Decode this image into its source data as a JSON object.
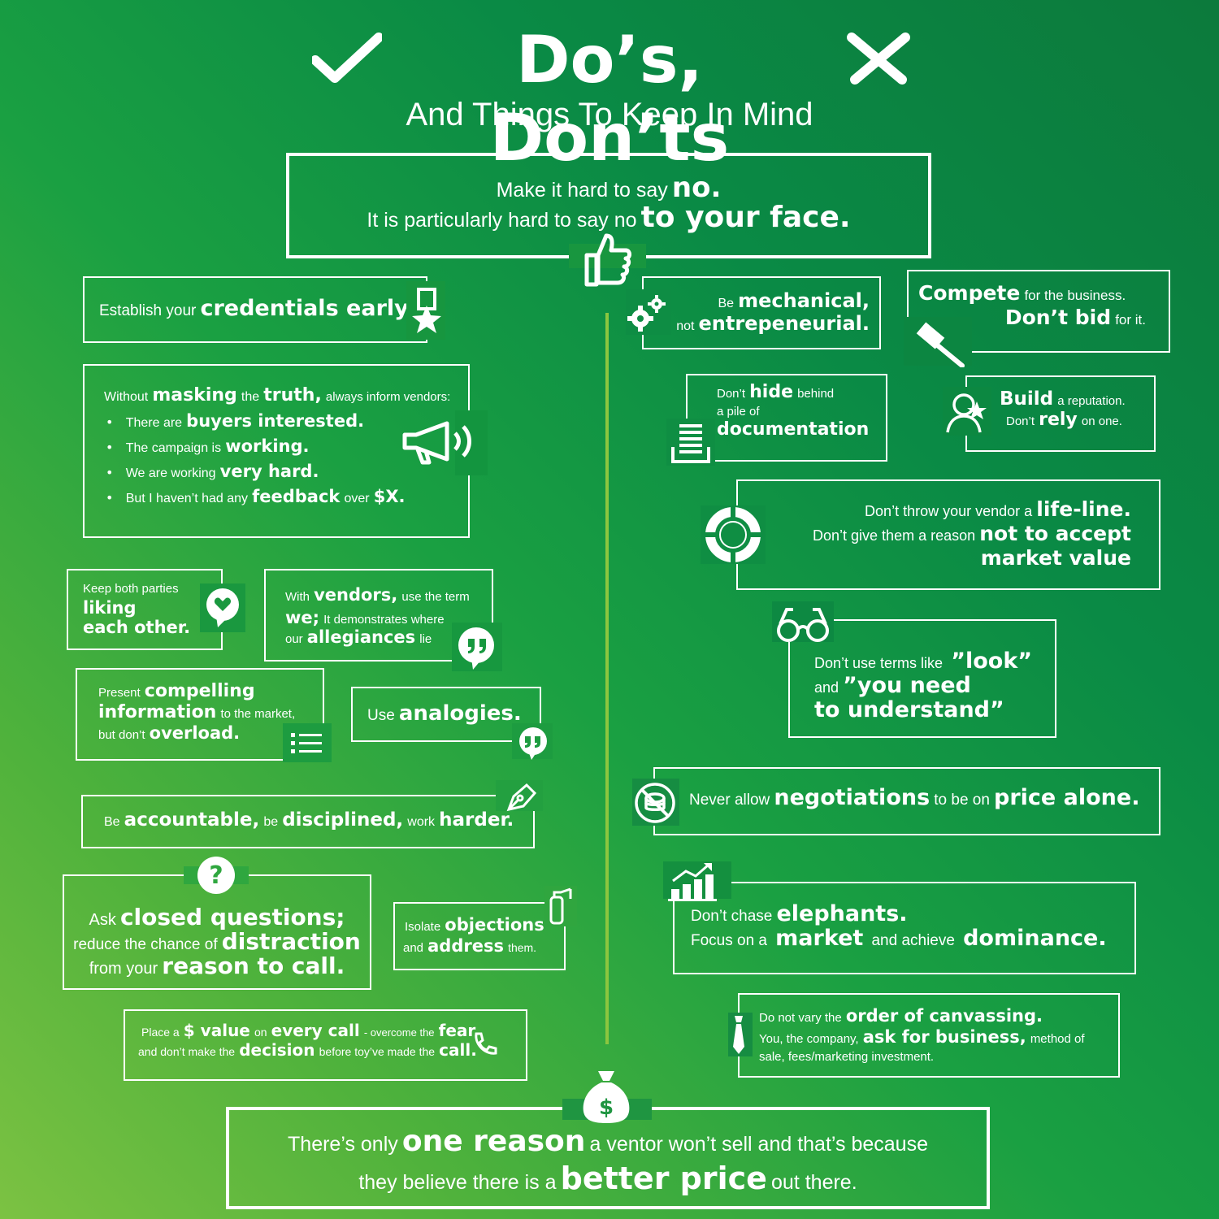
{
  "header": {
    "title": "Do’s, Don’ts",
    "subtitle": "And Things To Keep In Mind"
  },
  "top_box": {
    "l1a": "Make it hard to say",
    "l1b": "no.",
    "l2a": "It is particularly hard to say no",
    "l2b": "to your face."
  },
  "dos": {
    "credentials": {
      "a": "Establish your",
      "b": "credentials early"
    },
    "masking": {
      "a": "Without",
      "b": "masking",
      "c": "the",
      "d": "truth,",
      "e": "always inform vendors:",
      "b1a": "There are",
      "b1b": "buyers interested.",
      "b2a": "The campaign is",
      "b2b": "working.",
      "b3a": "We are working",
      "b3b": "very hard.",
      "b4a": "But I haven’t had any",
      "b4b": "feedback",
      "b4c": "over",
      "b4d": "$X."
    },
    "liking": {
      "a": "Keep both parties",
      "b": "liking",
      "c": "each other."
    },
    "vendors": {
      "a": "With",
      "b": "vendors,",
      "c": "use the term",
      "d": "we;",
      "e": "It demonstrates where",
      "f": "our",
      "g": "allegiances",
      "h": "lie"
    },
    "compelling": {
      "a": "Present",
      "b": "compelling",
      "c": "information",
      "d": "to the market,",
      "e": "but don’t",
      "f": "overload."
    },
    "analogies": {
      "a": "Use",
      "b": "analogies."
    },
    "accountable": {
      "a": "Be",
      "b": "accountable,",
      "c": "be",
      "d": "disciplined,",
      "e": "work",
      "f": "harder."
    },
    "questions": {
      "a": "Ask",
      "b": "closed questions;",
      "c": "reduce the chance of",
      "d": "distraction",
      "e": "from your",
      "f": "reason to call."
    },
    "objections": {
      "a": "Isolate",
      "b": "objections",
      "c": "and",
      "d": "address",
      "e": "them."
    },
    "value": {
      "a": "Place a",
      "b": "$ value",
      "c": "on",
      "d": "every call",
      "e": "- overcome the",
      "f": "fear",
      "g": "and don’t make the",
      "h": "decision",
      "i": "before toy’ve made the",
      "j": "call."
    }
  },
  "donts": {
    "mechanical": {
      "a": "Be",
      "b": "mechanical,",
      "c": "not",
      "d": "entrepeneurial."
    },
    "compete": {
      "a": "Compete",
      "b": "for the business.",
      "c": "Don’t bid",
      "d": "for it."
    },
    "hide": {
      "a": "Don’t",
      "b": "hide",
      "c": "behind",
      "d": "a pile of",
      "e": "documentation"
    },
    "reputation": {
      "a": "Build",
      "b": "a reputation.",
      "c": "Don’t",
      "d": "rely",
      "e": "on one."
    },
    "lifeline": {
      "a": "Don’t throw your vendor a",
      "b": "life-line.",
      "c": "Don’t give them a reason",
      "d": "not to accept",
      "e": "market value"
    },
    "terms": {
      "a": "Don’t use terms like",
      "b": "”look”",
      "c": "and",
      "d": "”you need",
      "e": "to understand”"
    },
    "price": {
      "a": "Never allow",
      "b": "negotiations",
      "c": "to be on",
      "d": "price alone."
    },
    "elephants": {
      "a": "Don’t chase",
      "b": "elephants.",
      "c": "Focus on a",
      "d": "market",
      "e": "and achieve",
      "f": "dominance."
    },
    "canvassing": {
      "a": "Do not vary the",
      "b": "order of canvassing.",
      "c": "You, the company,",
      "d": "ask for business,",
      "e": "method of",
      "f": "sale, fees/marketing  investment."
    }
  },
  "bottom": {
    "a": "There’s only",
    "b": "one reason",
    "c": "a ventor won’t sell and that’s because",
    "d": "they believe there is a",
    "e": "better price",
    "f": "out there."
  },
  "icons": [
    "check-icon",
    "cross-icon",
    "thumbs-up-icon",
    "award-ribbon-icon",
    "megaphone-icon",
    "heart-bubble-icon",
    "quote-bubble-icon",
    "list-icon",
    "pen-nib-icon",
    "question-icon",
    "fire-extinguisher-icon",
    "phone-icon",
    "gears-icon",
    "gavel-icon",
    "document-stack-icon",
    "person-star-icon",
    "lifebuoy-icon",
    "glasses-icon",
    "no-money-icon",
    "growth-chart-icon",
    "tie-icon",
    "money-bag-icon"
  ],
  "colors": {
    "bg_dark": "#0c7a3c",
    "bg_light": "#7cc242",
    "text": "#ffffff",
    "divider": "#8cc63f"
  }
}
